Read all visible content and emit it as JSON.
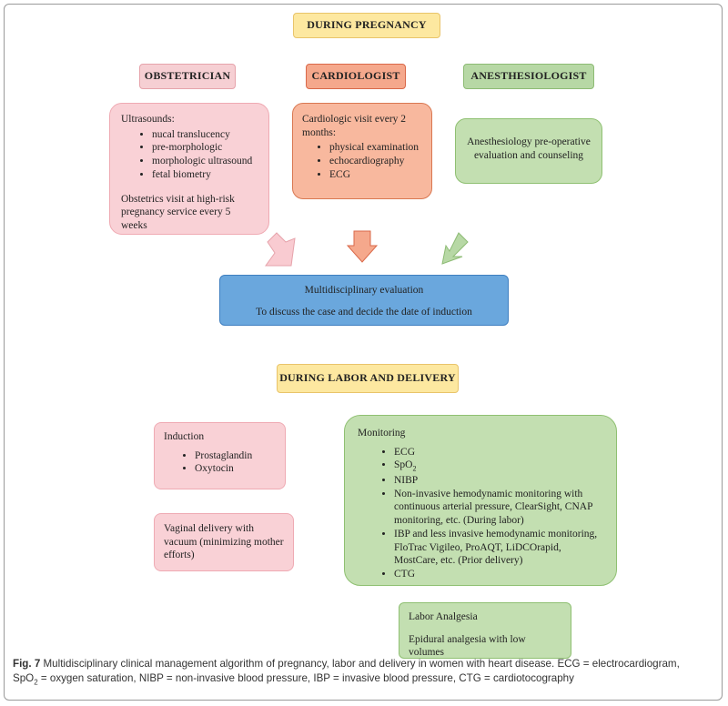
{
  "headers": {
    "pregnancy": "DURING PREGNANCY",
    "labor": "DURING LABOR AND DELIVERY"
  },
  "roles": {
    "obstetrician": "OBSTETRICIAN",
    "cardiologist": "CARDIOLOGIST",
    "anesthesiologist": "ANESTHESIOLOGIST"
  },
  "obstetrician_box": {
    "title": "Ultrasounds:",
    "items": [
      "nucal translucency",
      "pre-morphologic",
      "morphologic ultrasound",
      "fetal biometry"
    ],
    "note": "Obstetrics visit at high-risk pregnancy service every 5 weeks"
  },
  "cardiologist_box": {
    "title": "Cardiologic visit every 2 months:",
    "items": [
      "physical examination",
      "echocardiography",
      "ECG"
    ]
  },
  "anesthesiologist_box": {
    "text": "Anesthesiology pre-operative evaluation and counseling"
  },
  "evaluation_box": {
    "title": "Multidisciplinary evaluation",
    "text": "To discuss the case and decide the date of induction"
  },
  "induction_box": {
    "title": "Induction",
    "items": [
      "Prostaglandin",
      "Oxytocin"
    ]
  },
  "vaginal_box": {
    "text": "Vaginal delivery with vacuum (minimizing mother efforts)"
  },
  "monitoring_box": {
    "title": "Monitoring",
    "items": [
      "ECG",
      "SpO",
      "NIBP",
      "Non-invasive hemodynamic monitoring with continuous arterial pressure, ClearSight, CNAP monitoring, etc. (During labor)",
      "IBP and less invasive hemodynamic monitoring, FloTrac Vigileo, ProAQT, LiDCOrapid, MostCare, etc. (Prior delivery)",
      "CTG"
    ],
    "spo2_subscript": "2"
  },
  "analgesia_box": {
    "title": "Labor Analgesia",
    "text": "Epidural analgesia with low volumes"
  },
  "caption": {
    "label": "Fig. 7",
    "line1": "Multidisciplinary clinical management algorithm of pregnancy, labor and delivery in women with heart disease. ECG = electrocardiogram,",
    "spo": "SpO",
    "sub": "2",
    "line2": " = oxygen saturation, NIBP = non-invasive blood pressure, IBP = invasive blood pressure, CTG = cardiotocography"
  },
  "colors": {
    "header_yellow": "#fde8a0",
    "obstetrician_pink": "#f9d1d6",
    "cardiologist_salmon": "#f8b89e",
    "anesthesiologist_green": "#c3dfb1",
    "evaluation_blue": "#6aa7dd"
  }
}
